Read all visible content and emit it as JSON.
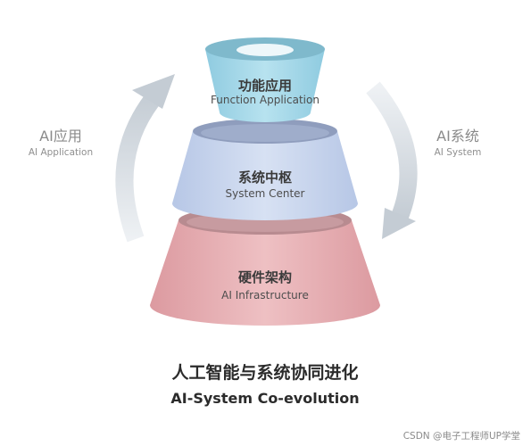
{
  "layers": {
    "top": {
      "title": "功能应用",
      "subtitle": "Function Application"
    },
    "middle": {
      "title": "系统中枢",
      "subtitle": "System Center"
    },
    "bottom": {
      "title": "硬件架构",
      "subtitle": "AI Infrastructure"
    }
  },
  "left_arrow": {
    "title": "AI应用",
    "subtitle": "AI Application"
  },
  "right_arrow": {
    "title": "AI系统",
    "subtitle": "AI System"
  },
  "caption": {
    "chinese": "人工智能与系统协同进化",
    "english": "AI-System Co-evolution"
  },
  "watermark": "CSDN @电子工程师UP学堂",
  "colors": {
    "top_tier": "#a8d8e6",
    "middle_tier": "#c9d6ee",
    "bottom_tier": "#e4a9ae",
    "arrows": "#cdd5dc"
  }
}
